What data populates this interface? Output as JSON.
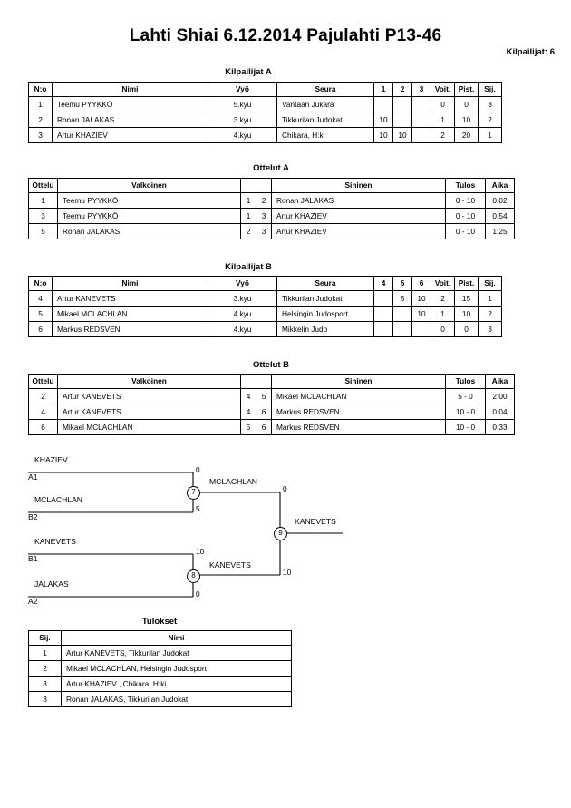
{
  "header": {
    "title": "Lahti Shiai  6.12.2014  Pajulahti   P13-46",
    "entrant_count": "Kilpailijat: 6"
  },
  "pool_a": {
    "caption": "Kilpailijat A",
    "columns": [
      "N:o",
      "Nimi",
      "Vyö",
      "Seura",
      "1",
      "2",
      "3",
      "Voit.",
      "Pist.",
      "Sij."
    ],
    "rows": [
      {
        "no": "1",
        "name": "Teemu PYYKKÖ",
        "belt": "5.kyu",
        "club": "Vantaan Jukara",
        "m1": "",
        "m2": "",
        "m3": "",
        "wins": "0",
        "points": "0",
        "rank": "3"
      },
      {
        "no": "2",
        "name": "Ronan JALAKAS",
        "belt": "3.kyu",
        "club": "Tikkurilan Judokat",
        "m1": "10",
        "m2": "",
        "m3": "",
        "wins": "1",
        "points": "10",
        "rank": "2"
      },
      {
        "no": "3",
        "name": "Artur KHAZIEV",
        "belt": "4.kyu",
        "club": "Chikara, H:ki",
        "m1": "10",
        "m2": "10",
        "m3": "",
        "wins": "2",
        "points": "20",
        "rank": "1"
      }
    ]
  },
  "matches_a": {
    "caption": "Ottelut A",
    "columns": [
      "Ottelu",
      "Valkoinen",
      "",
      "",
      "Sininen",
      "Tulos",
      "Aika"
    ],
    "rows": [
      {
        "no": "1",
        "white": "Teemu PYYKKÖ",
        "wnum": "1",
        "bnum": "2",
        "blue": "Ronan JALAKAS",
        "result": "0 - 10",
        "time": "0:02"
      },
      {
        "no": "3",
        "white": "Teemu PYYKKÖ",
        "wnum": "1",
        "bnum": "3",
        "blue": "Artur KHAZIEV",
        "result": "0 - 10",
        "time": "0:54"
      },
      {
        "no": "5",
        "white": "Ronan JALAKAS",
        "wnum": "2",
        "bnum": "3",
        "blue": "Artur KHAZIEV",
        "result": "0 - 10",
        "time": "1:25"
      }
    ]
  },
  "pool_b": {
    "caption": "Kilpailijat B",
    "columns": [
      "N:o",
      "Nimi",
      "Vyö",
      "Seura",
      "4",
      "5",
      "6",
      "Voit.",
      "Pist.",
      "Sij."
    ],
    "rows": [
      {
        "no": "4",
        "name": "Artur KANEVETS",
        "belt": "3.kyu",
        "club": "Tikkurilan Judokat",
        "m1": "",
        "m2": "5",
        "m3": "10",
        "wins": "2",
        "points": "15",
        "rank": "1"
      },
      {
        "no": "5",
        "name": "Mikael MCLACHLAN",
        "belt": "4.kyu",
        "club": "Helsingin Judosport",
        "m1": "",
        "m2": "",
        "m3": "10",
        "wins": "1",
        "points": "10",
        "rank": "2"
      },
      {
        "no": "6",
        "name": "Markus REDSVEN",
        "belt": "4.kyu",
        "club": "Mikkelin Judo",
        "m1": "",
        "m2": "",
        "m3": "",
        "wins": "0",
        "points": "0",
        "rank": "3"
      }
    ]
  },
  "matches_b": {
    "caption": "Ottelut B",
    "columns": [
      "Ottelu",
      "Valkoinen",
      "",
      "",
      "Sininen",
      "Tulos",
      "Aika"
    ],
    "rows": [
      {
        "no": "2",
        "white": "Artur KANEVETS",
        "wnum": "4",
        "bnum": "5",
        "blue": "Mikael MCLACHLAN",
        "result": "5 - 0",
        "time": "2:00"
      },
      {
        "no": "4",
        "white": "Artur KANEVETS",
        "wnum": "4",
        "bnum": "6",
        "blue": "Markus REDSVEN",
        "result": "10 - 0",
        "time": "0:04"
      },
      {
        "no": "6",
        "white": "Mikael MCLACHLAN",
        "wnum": "5",
        "bnum": "6",
        "blue": "Markus REDSVEN",
        "result": "10 - 0",
        "time": "0:33"
      }
    ]
  },
  "bracket": {
    "entries": [
      {
        "name": "KHAZIEV",
        "seed": "A1",
        "score": "0"
      },
      {
        "name": "MCLACHLAN",
        "seed": "B2",
        "score": "5"
      },
      {
        "name": "KANEVETS",
        "seed": "B1",
        "score": "10"
      },
      {
        "name": "JALAKAS",
        "seed": "A2",
        "score": "0"
      }
    ],
    "semifinals": [
      {
        "node": "7",
        "winner": "MCLACHLAN",
        "score": "0"
      },
      {
        "node": "8",
        "winner": "KANEVETS",
        "score": "10"
      }
    ],
    "final": {
      "node": "9",
      "winner": "KANEVETS"
    }
  },
  "results": {
    "caption": "Tulokset",
    "columns": [
      "Sij.",
      "Nimi"
    ],
    "rows": [
      {
        "rank": "1",
        "name": "Artur KANEVETS, Tikkurilan Judokat"
      },
      {
        "rank": "2",
        "name": "Mikael MCLACHLAN, Helsingin Judosport"
      },
      {
        "rank": "3",
        "name": "Artur KHAZIEV , Chikara, H:ki"
      },
      {
        "rank": "3",
        "name": "Ronan JALAKAS, Tikkurilan Judokat"
      }
    ]
  }
}
